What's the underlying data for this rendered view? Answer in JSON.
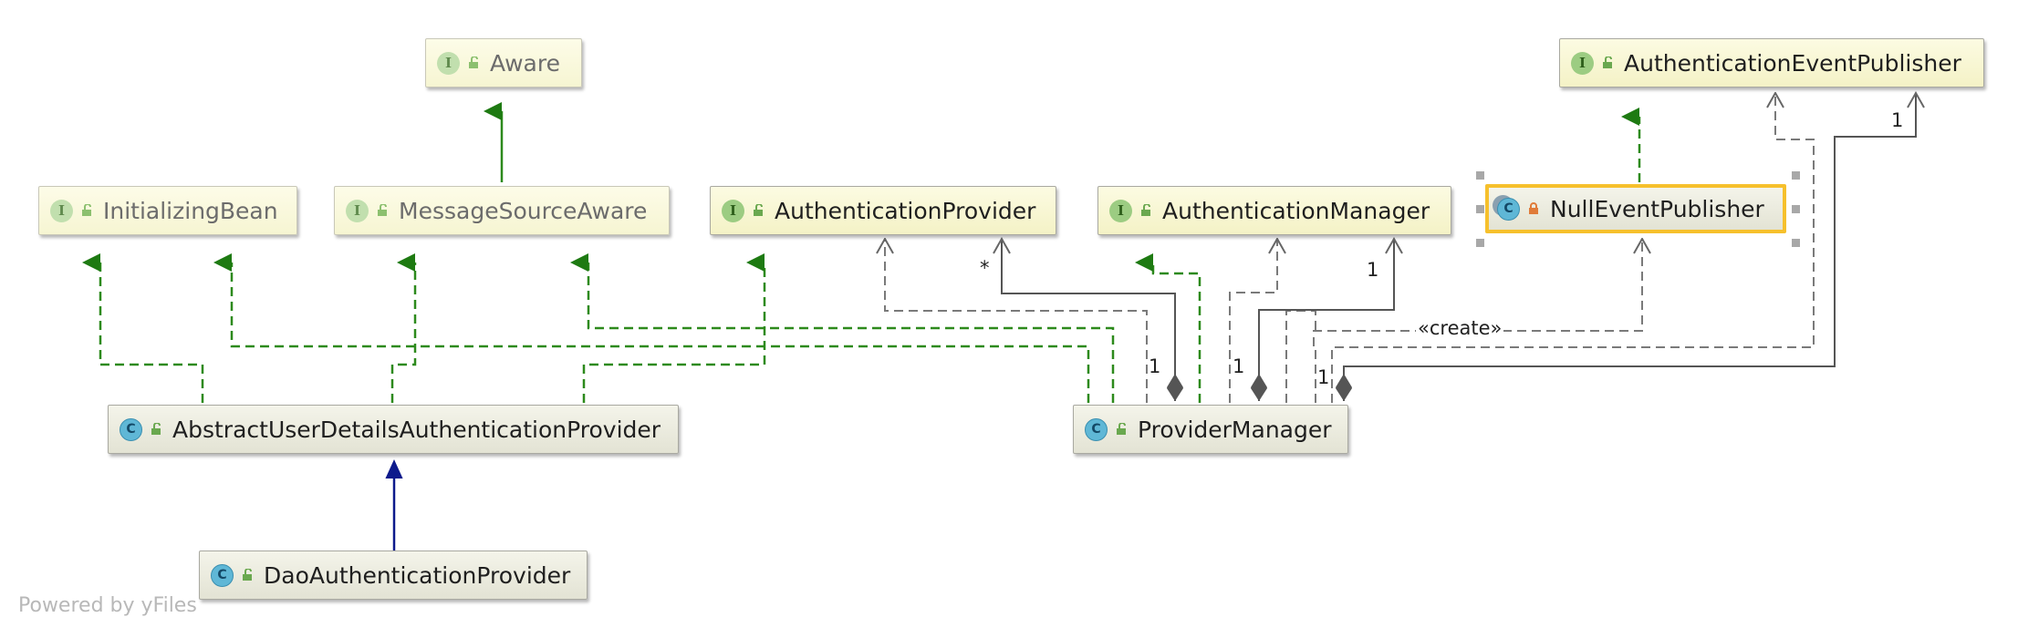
{
  "nodes": {
    "aware": {
      "name": "Aware",
      "kind": "I"
    },
    "initializing_bean": {
      "name": "InitializingBean",
      "kind": "I"
    },
    "message_source_aware": {
      "name": "MessageSourceAware",
      "kind": "I"
    },
    "authentication_provider": {
      "name": "AuthenticationProvider",
      "kind": "I"
    },
    "authentication_manager": {
      "name": "AuthenticationManager",
      "kind": "I"
    },
    "authentication_event_publisher": {
      "name": "AuthenticationEventPublisher",
      "kind": "I"
    },
    "null_event_publisher": {
      "name": "NullEventPublisher",
      "kind": "C"
    },
    "abstract_user_details_authentication_provider": {
      "name": "AbstractUserDetailsAuthenticationProvider",
      "kind": "C"
    },
    "provider_manager": {
      "name": "ProviderManager",
      "kind": "C"
    },
    "dao_authentication_provider": {
      "name": "DaoAuthenticationProvider",
      "kind": "C"
    }
  },
  "edge_labels": {
    "providers_multiplicity": "*",
    "parent_multiplicity": "1",
    "event_publisher_multiplicity": "1",
    "pm_providers_source": "1",
    "pm_parent_source": "1",
    "pm_event_source": "1",
    "create_stereotype": "«create»"
  },
  "colors": {
    "realization": "#2d8a1c",
    "extends": "#0d1a8c",
    "dependency": "#777777",
    "aggregation": "#555555",
    "selection": "#f6c02c"
  },
  "footer": {
    "watermark": "Powered by yFiles"
  }
}
